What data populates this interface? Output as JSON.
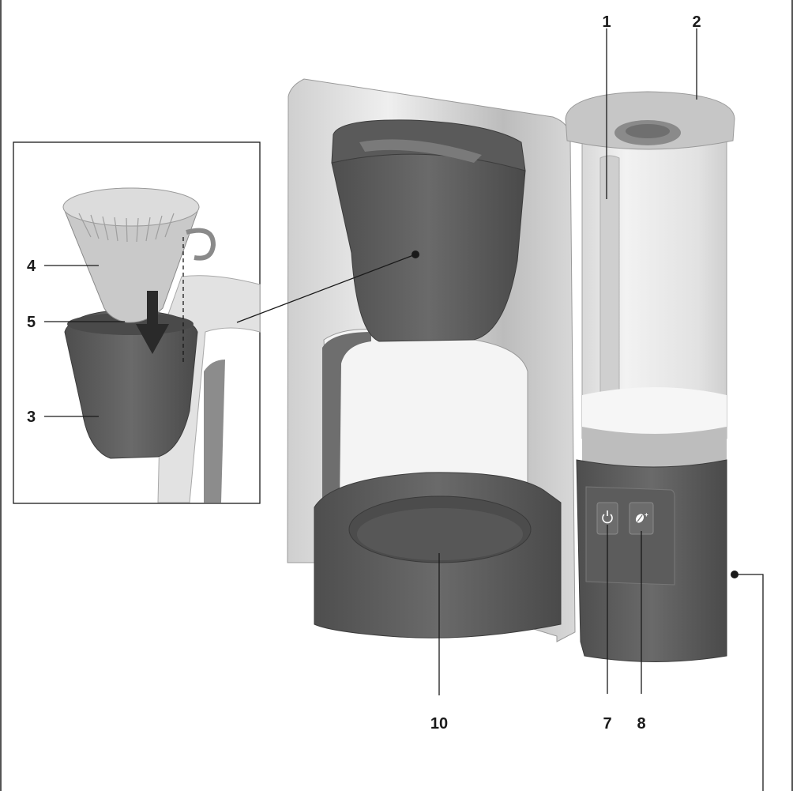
{
  "labels": {
    "c1": "1",
    "c2": "2",
    "c3": "3",
    "c4": "4",
    "c5": "5",
    "c7": "7",
    "c8": "8",
    "c10": "10"
  },
  "colors": {
    "body_gray": "#5f5f5f",
    "steel_light": "#d9d9d9",
    "steel_mid": "#bdbdbd",
    "tank_glass": "#e6e6e6",
    "line": "#1a1a1a"
  },
  "icons": {
    "power_button": "power-icon",
    "aroma_button": "coffee-bean-plus-icon"
  }
}
